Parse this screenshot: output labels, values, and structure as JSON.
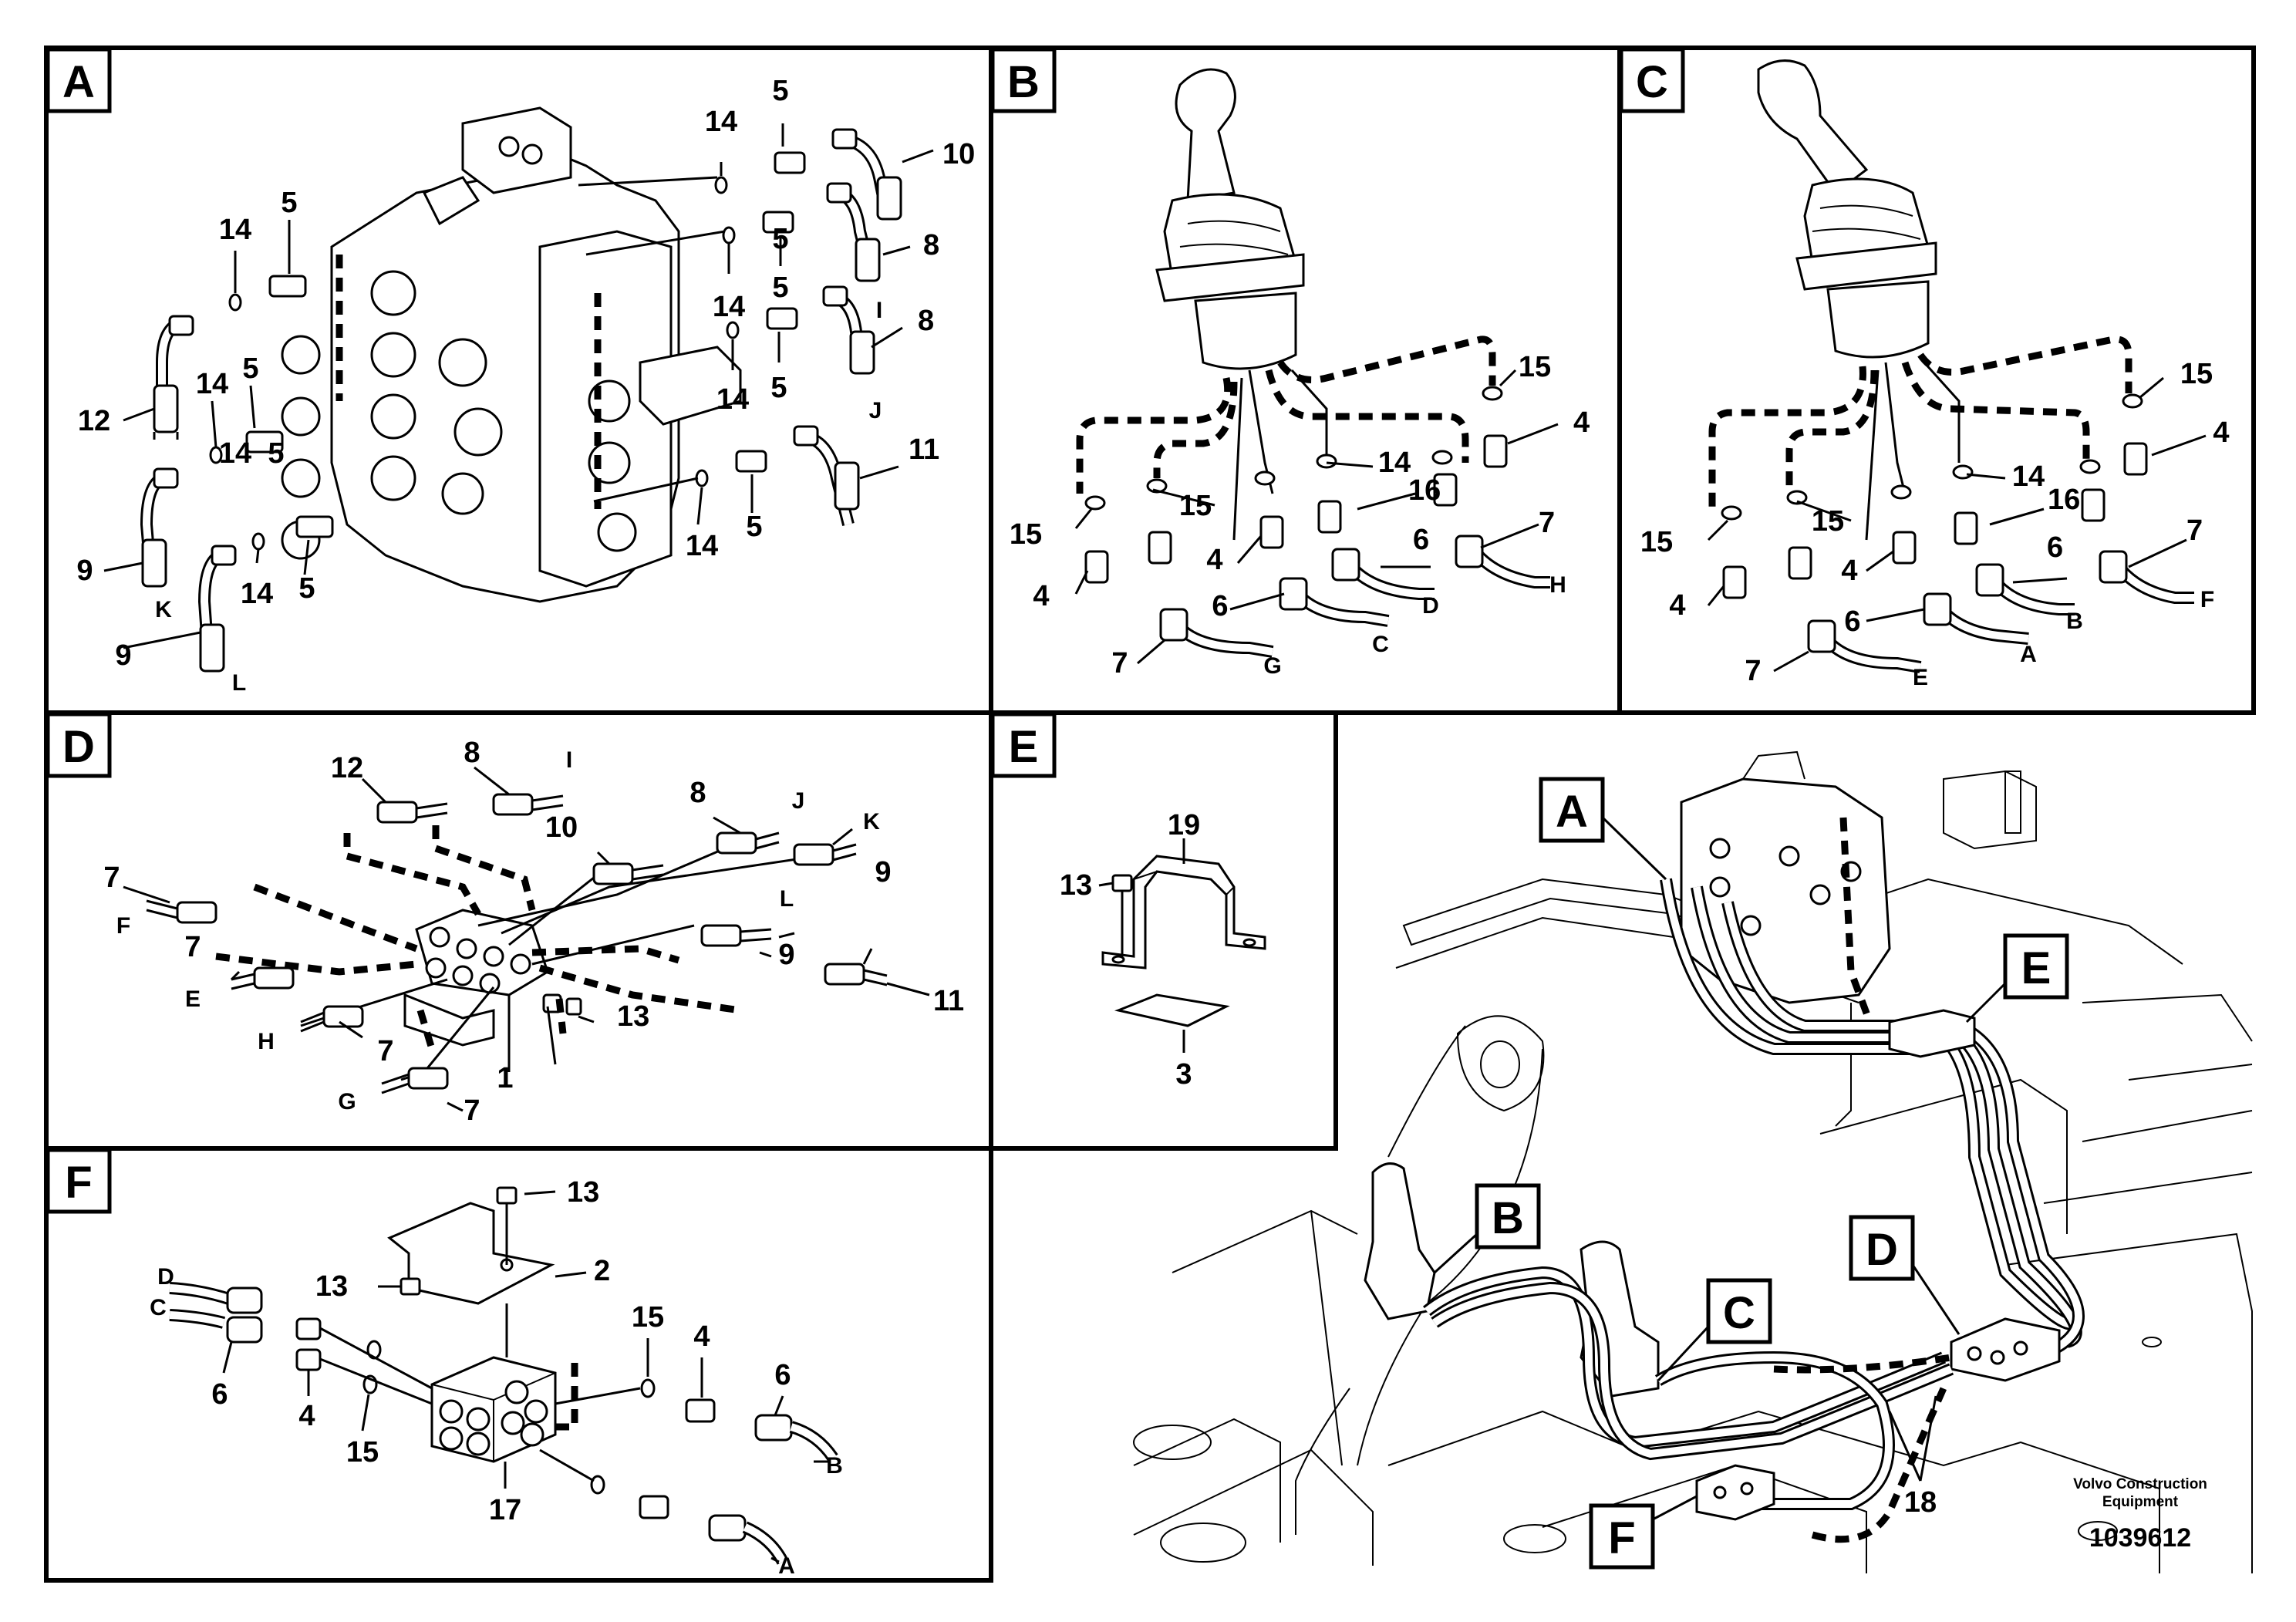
{
  "panels": {
    "A": {
      "badge": "A",
      "numbers": [
        "14",
        "5",
        "10",
        "8",
        "14",
        "5",
        "8",
        "5",
        "14",
        "5",
        "11",
        "14",
        "5",
        "14",
        "5",
        "12",
        "14",
        "5",
        "9",
        "14",
        "5",
        "9",
        "14",
        "5"
      ],
      "letters": [
        "I",
        "J",
        "K",
        "L"
      ]
    },
    "B": {
      "badge": "B",
      "numbers": [
        "15",
        "4",
        "15",
        "14",
        "16",
        "4",
        "15",
        "6",
        "7",
        "4",
        "6",
        "7"
      ],
      "letters": [
        "D",
        "H",
        "C",
        "G"
      ]
    },
    "C": {
      "badge": "C",
      "numbers": [
        "15",
        "4",
        "15",
        "14",
        "16",
        "4",
        "15",
        "6",
        "7",
        "4",
        "6",
        "7"
      ],
      "letters": [
        "B",
        "F",
        "A",
        "E"
      ]
    },
    "D": {
      "badge": "D",
      "numbers": [
        "12",
        "8",
        "8",
        "10",
        "7",
        "9",
        "7",
        "9",
        "11",
        "13",
        "7",
        "1",
        "7"
      ],
      "letters": [
        "I",
        "J",
        "K",
        "F",
        "L",
        "E",
        "H",
        "G"
      ]
    },
    "E": {
      "badge": "E",
      "numbers": [
        "19",
        "13",
        "3"
      ]
    },
    "F": {
      "badge": "F",
      "numbers": [
        "13",
        "2",
        "13",
        "15",
        "4",
        "6",
        "6",
        "4",
        "15",
        "17"
      ],
      "letters": [
        "D",
        "C",
        "B",
        "A"
      ]
    },
    "overview": {
      "callouts": [
        "A",
        "E",
        "B",
        "D",
        "C",
        "F"
      ],
      "number": "18"
    }
  },
  "footer": {
    "company_line1": "Volvo Construction",
    "company_line2": "Equipment",
    "drawing_number": "1039612"
  }
}
